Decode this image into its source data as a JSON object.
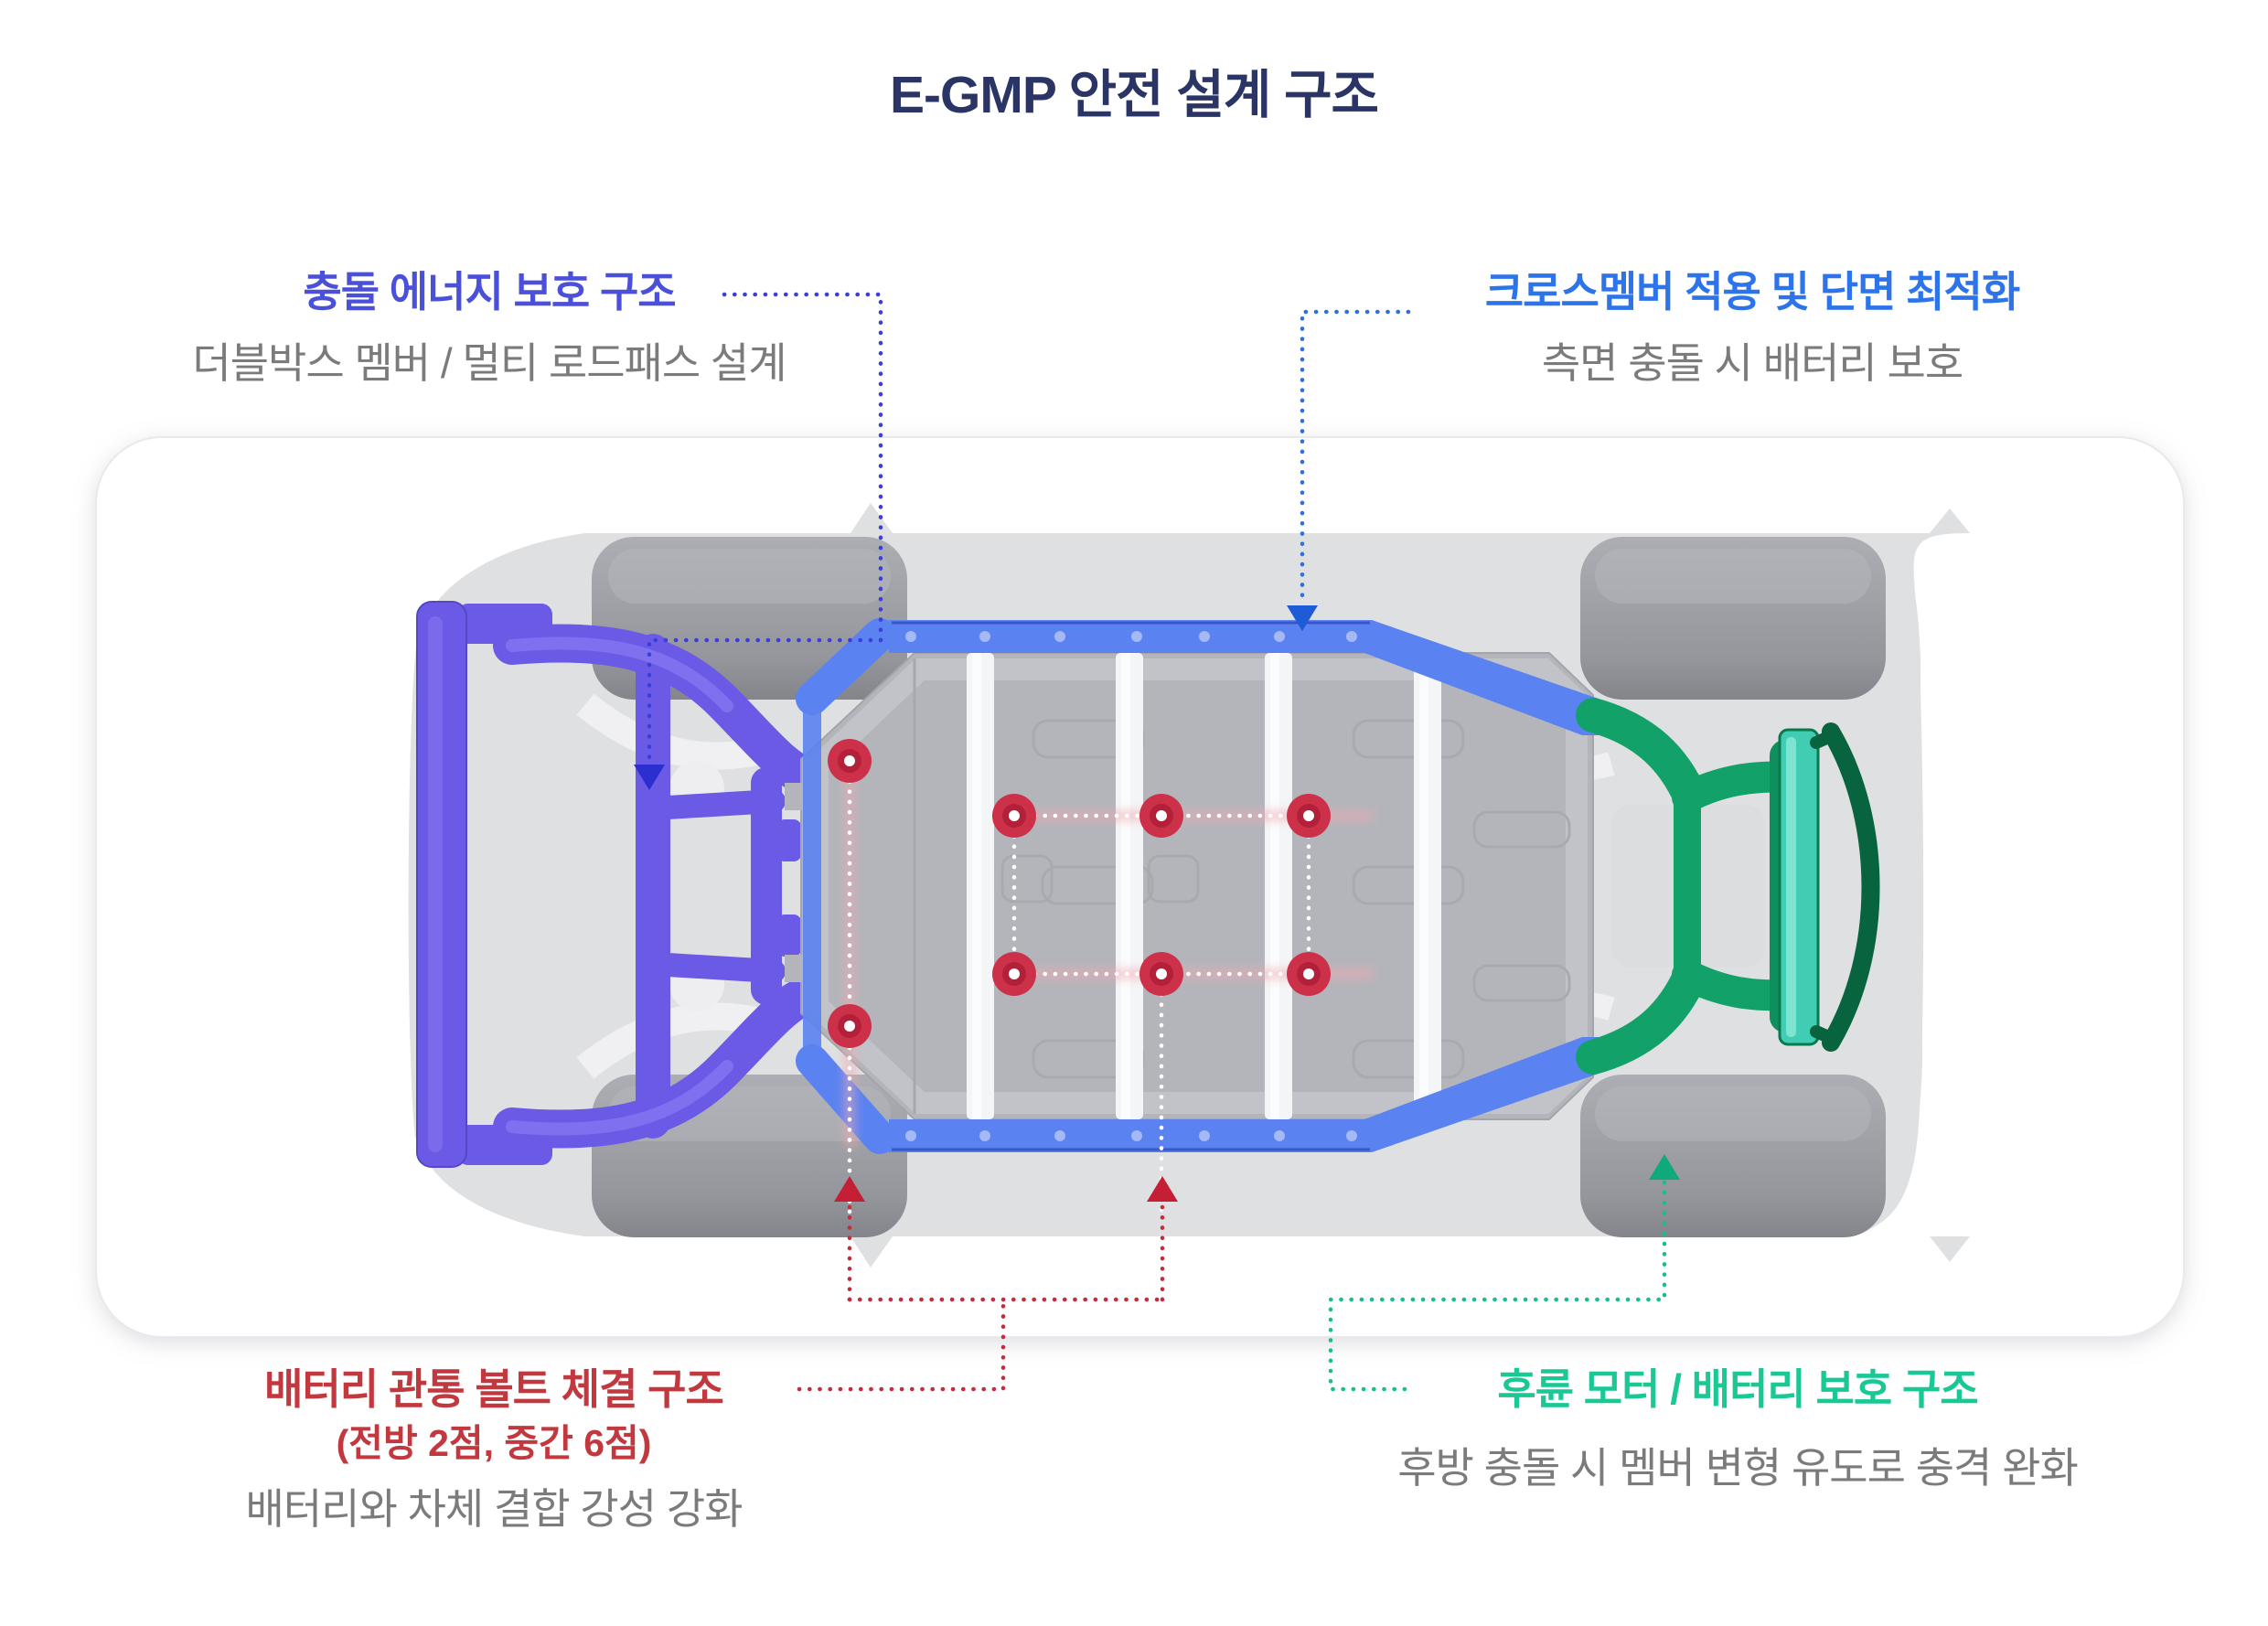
{
  "page": {
    "title": "E-GMP 안전 설계 구조",
    "title_color": "#2A3566",
    "background": "#FFFFFF",
    "subtitle_color": "#7B7B7B"
  },
  "labels": {
    "front_crash": {
      "title": "충돌 에너지 보호 구조",
      "subtitle": "더블박스 멤버 / 멀티 로드패스 설계",
      "title_color": "#4A50D8"
    },
    "crossmember": {
      "title": "크로스멤버 적용 및 단면 최적화",
      "subtitle": "측면 충돌 시 배터리 보호",
      "title_color": "#2D73E9"
    },
    "bolt": {
      "title": "배터리 관통 볼트 체결 구조",
      "note": "(전방 2점, 중간 6점)",
      "subtitle": "배터리와 차체 결합 강성 강화",
      "title_color": "#C2383F"
    },
    "rear": {
      "title": "후륜 모터 / 배터리 보호 구조",
      "subtitle": "후방 충돌 시 멤버 변형 유도로 충격 완화",
      "title_color": "#19C895"
    }
  },
  "diagram": {
    "bolt_points_front": 2,
    "bolt_points_middle": 6,
    "part_colors": {
      "front_subframe_purple": "#6A5AE6",
      "side_sill_frame_blue": "#5B82F1",
      "rear_subframe_green": "#12A169",
      "rear_crossbar_teal": "#41CDB4",
      "rear_bumper_arc_dark_green": "#07643F",
      "battery_pack_gray": "#B3B5BB",
      "body_silhouette_gray": "#DFE0E2",
      "wheel_gray": "#9B9DA3",
      "bolt_red": "#CC3149"
    },
    "connector_colors": {
      "front_crash_line": "#3B3FD9",
      "crossmember_line": "#2D6FE3",
      "bolt_line": "#C52B3D",
      "rear_line": "#16BE90",
      "battery_dotted_white": "#FFFFFF"
    }
  }
}
